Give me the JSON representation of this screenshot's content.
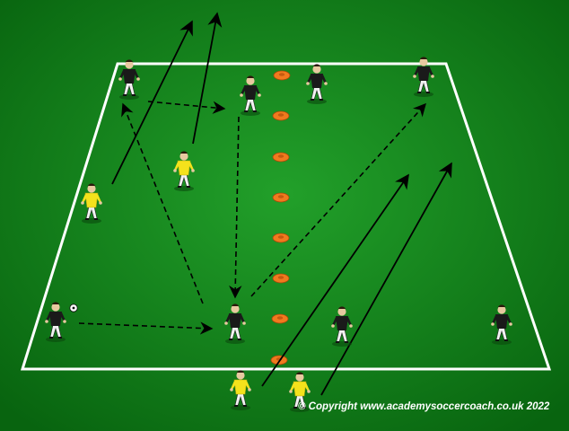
{
  "copyright": "© Copyright www.academysoccercoach.co.uk 2022",
  "colors": {
    "field_light": "#22a02a",
    "field_dark": "#08640f",
    "lines": "#ffffff",
    "cone": "#f07a1e",
    "team_black_shirt": "#1a1a1a",
    "team_yellow_shirt": "#f4e21c"
  },
  "players": [
    {
      "team": "black",
      "role": "defender"
    },
    {
      "team": "black",
      "role": "defender"
    },
    {
      "team": "black",
      "role": "defender"
    },
    {
      "team": "black",
      "role": "defender"
    },
    {
      "team": "yellow",
      "role": "attacker"
    },
    {
      "team": "yellow",
      "role": "attacker"
    },
    {
      "team": "black",
      "role": "player-with-ball"
    },
    {
      "team": "black",
      "role": "receiver"
    },
    {
      "team": "black",
      "role": "player"
    },
    {
      "team": "black",
      "role": "player"
    },
    {
      "team": "yellow",
      "role": "attacker"
    },
    {
      "team": "yellow",
      "role": "attacker"
    }
  ],
  "cone_count": 8,
  "arrow_types": {
    "solid": "player run",
    "dashed": "pass"
  }
}
